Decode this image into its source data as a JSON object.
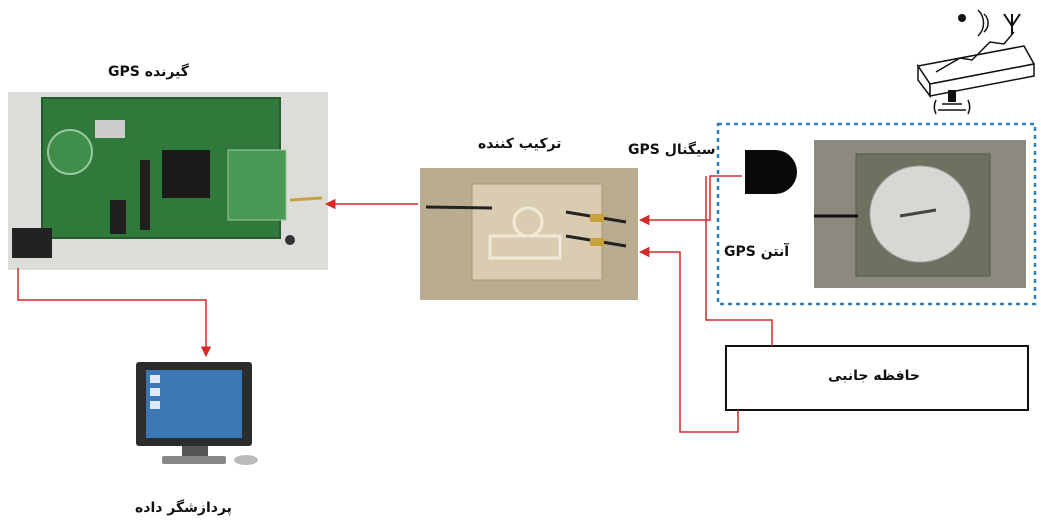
{
  "labels": {
    "receiver": "گیرنده GPS",
    "combiner": "ترکیب کننده",
    "gps_signal": "سیگنال GPS",
    "antenna": "آنتن GPS",
    "processor": "پردازشگر داده",
    "side_memory": "حافظه جانبی"
  },
  "icons": {
    "satellite_icon": "antenna-on-terrain-icon",
    "signal_emitter": "signal-emitter-icon",
    "computer": "desktop-computer-icon"
  },
  "colors": {
    "arrow": "#d42a2a",
    "dashed_border": "#2a7fbf",
    "pcb": "#2f7a3b"
  }
}
